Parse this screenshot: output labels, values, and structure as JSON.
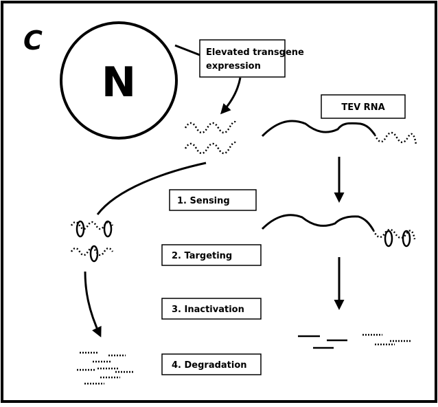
{
  "panel_label": "C",
  "nucleus_label": "N",
  "boxes": {
    "transgene": [
      "Elevated transgene",
      "expression"
    ],
    "tev_rna": "TEV RNA",
    "sensing": "1. Sensing",
    "targeting": "2. Targeting",
    "inactivation": "3. Inactivation",
    "degradation": "4. Degradation"
  }
}
